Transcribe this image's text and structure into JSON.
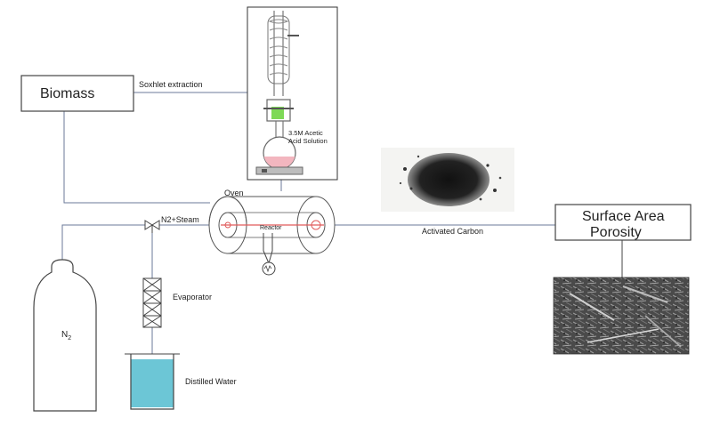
{
  "labels": {
    "biomass": "Biomass",
    "soxhlet": "Soxhlet extraction",
    "acid_line1": "3.5M Acetic",
    "acid_line2": "Acid Solution",
    "oven": "Oven",
    "reactor": "Reactor",
    "n2_steam": "N2+Steam",
    "activated_carbon": "Activated Carbon",
    "surface_area": "Surface Area",
    "porosity": "Porosity",
    "evaporator": "Evaporator",
    "n2": "N",
    "n2_sub": "2",
    "distilled_water": "Distilled Water"
  },
  "colors": {
    "flow_line": "#6b7a99",
    "reactor_tube": "#e05a5a",
    "water": "#6cc6d6",
    "flask_liquid": "#f3b6bf",
    "acid_green": "#7ed957",
    "carbon": "#1a1a1a",
    "sem_image": "#555555"
  }
}
